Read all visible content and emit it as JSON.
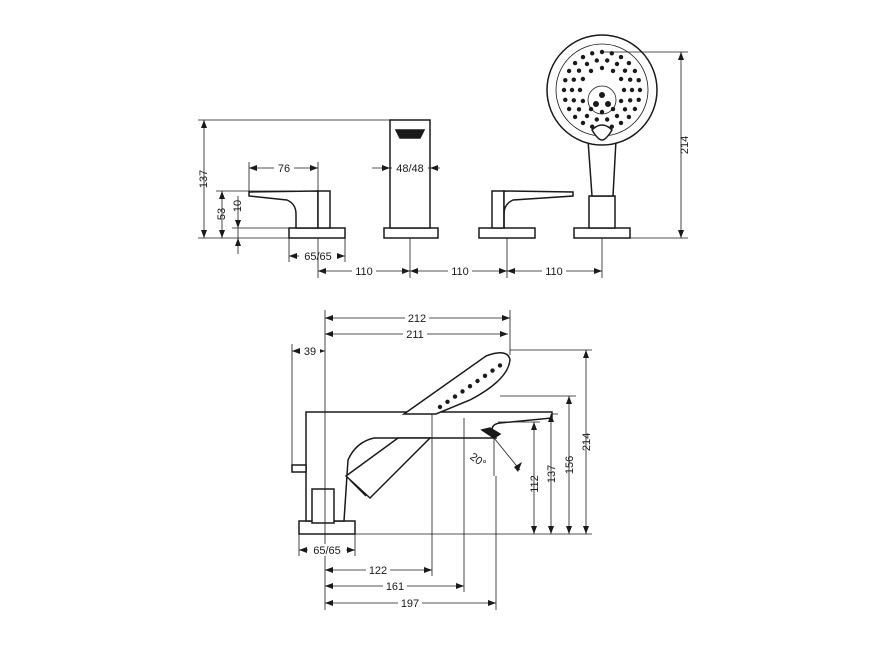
{
  "diagram": {
    "front_view": {
      "height_total_left": "137",
      "height_lever": "53",
      "height_small": "10",
      "lever_width": "76",
      "spout_width": "48/48",
      "base_left": "65/65",
      "spacing_1": "110",
      "spacing_2": "110",
      "spacing_3": "110",
      "height_handshower": "214"
    },
    "side_view": {
      "overall_212": "212",
      "overall_211": "211",
      "offset_39": "39",
      "angle": "20°",
      "h_112": "112",
      "h_137": "137",
      "h_156": "156",
      "h_214": "214",
      "base": "65/65",
      "d_122": "122",
      "d_161": "161",
      "d_197": "197"
    }
  }
}
